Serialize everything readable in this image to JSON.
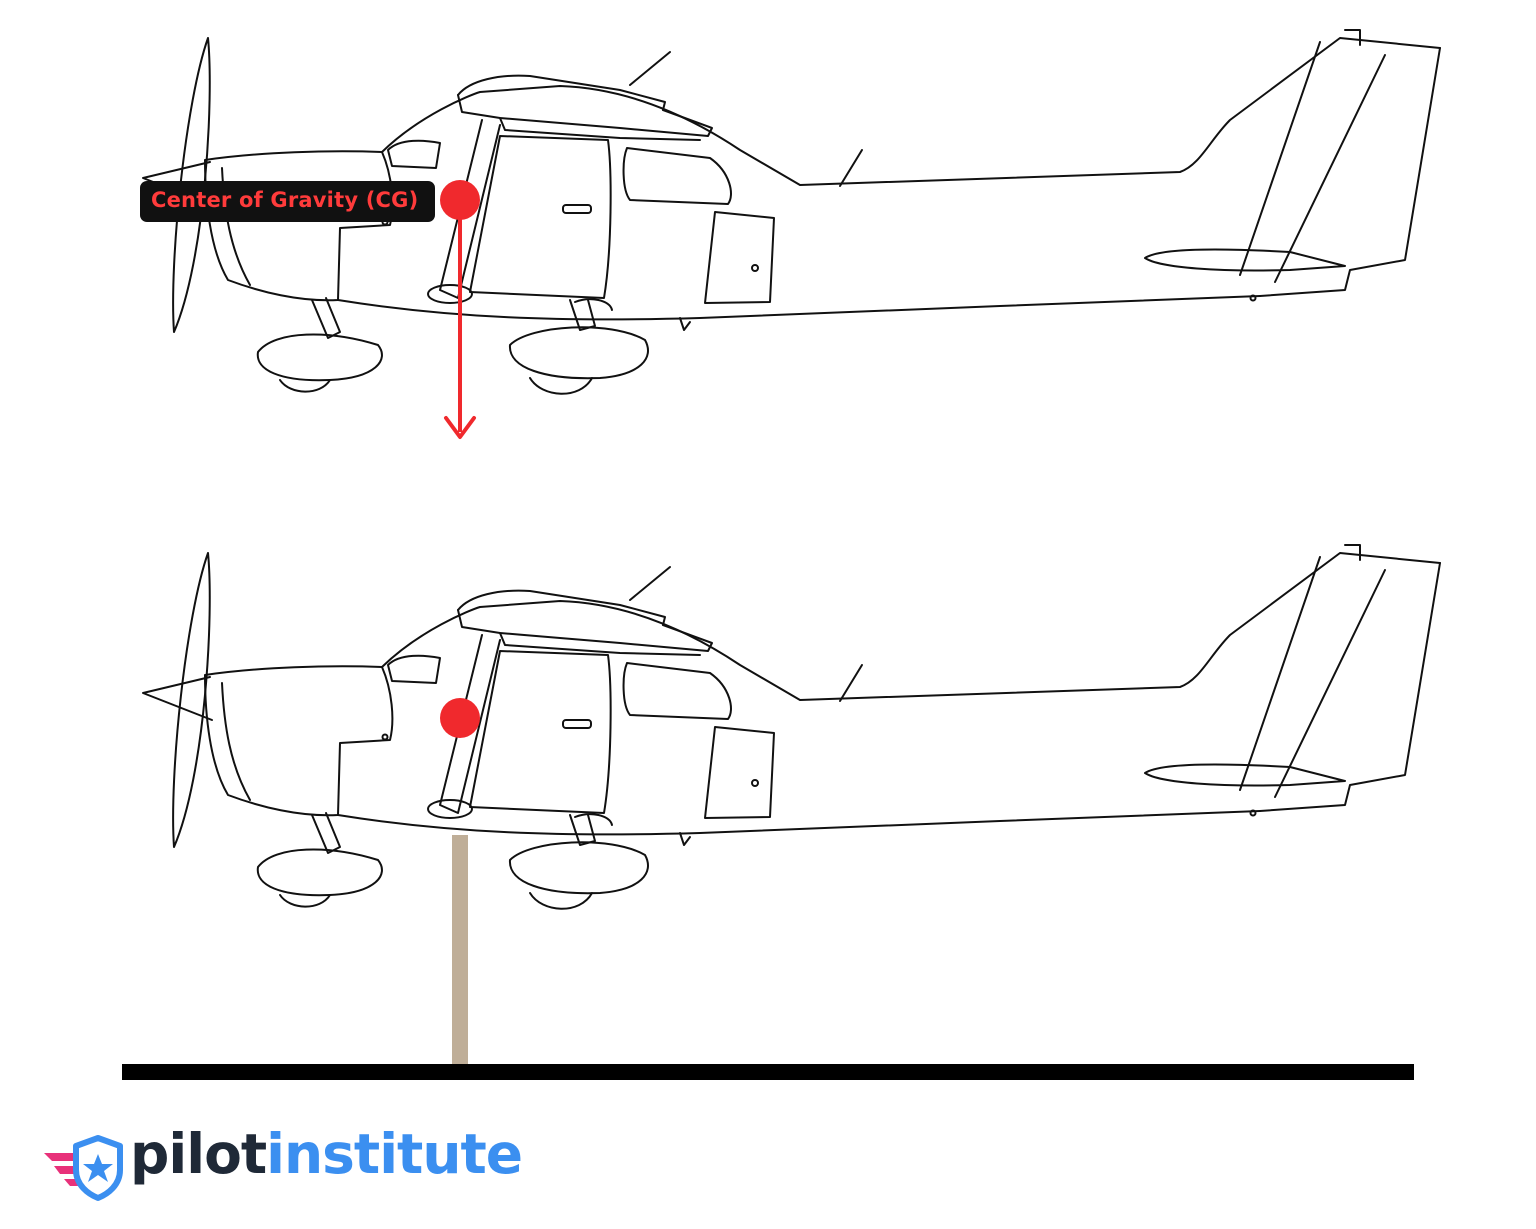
{
  "annotation": {
    "cg_label": "Center of Gravity (CG)"
  },
  "brand": {
    "name_part1": "pilot",
    "name_part2": "institute"
  },
  "colors": {
    "cg_dot": "#f0292d",
    "gravity_arrow": "#f0292d",
    "support_pillar": "#bfae98",
    "ground": "#000000",
    "brand_dark": "#1f2937",
    "brand_blue": "#3b8ff0",
    "brand_pink": "#e8317a"
  },
  "icons": {
    "logo": "pilot-badge-star-icon"
  }
}
